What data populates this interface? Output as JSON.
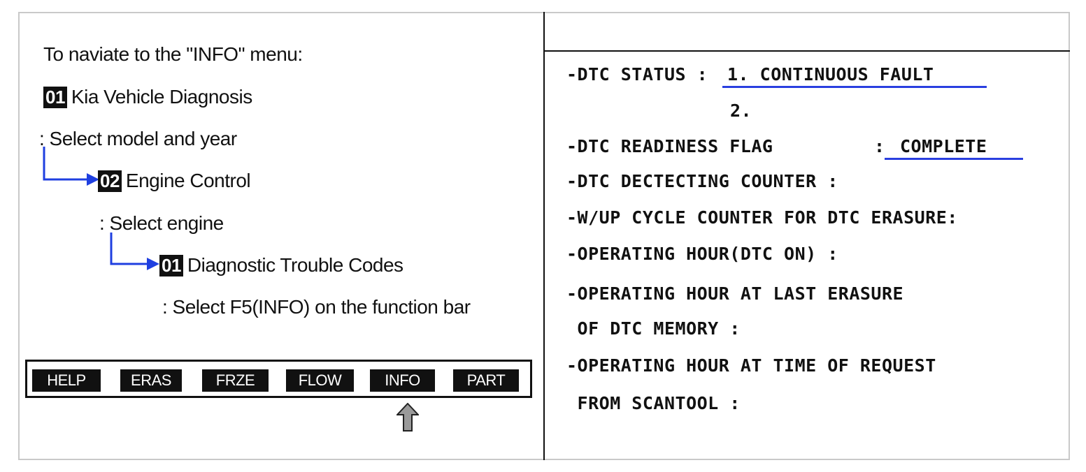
{
  "left": {
    "intro": "To naviate to the \"INFO\" menu:",
    "step1": {
      "badge": "01",
      "label": "Kia Vehicle Diagnosis",
      "note": ": Select model and year"
    },
    "step2": {
      "badge": "02",
      "label": "Engine Control",
      "note": ": Select engine"
    },
    "step3": {
      "badge": "01",
      "label": "Diagnostic Trouble Codes",
      "note": ": Select F5(INFO) on the function bar"
    },
    "function_bar": [
      "HELP",
      "ERAS",
      "FRZE",
      "FLOW",
      "INFO",
      "PART"
    ]
  },
  "right": {
    "dtc_status_label": "-DTC STATUS :",
    "dtc_status_value": "1. CONTINUOUS FAULT",
    "dtc_status_value2": "2.",
    "readiness_label": "-DTC READINESS FLAG",
    "readiness_colon": ":",
    "readiness_value": "COMPLETE",
    "detecting_counter": "-DTC DECTECTING COUNTER :",
    "wup_cycle": "-W/UP CYCLE COUNTER FOR DTC ERASURE:",
    "operating_hour": "-OPERATING HOUR(DTC ON) :",
    "last_erasure_1": "-OPERATING HOUR AT LAST ERASURE",
    "last_erasure_2": " OF DTC MEMORY :",
    "request_1": "-OPERATING HOUR AT TIME OF REQUEST",
    "request_2": " FROM SCANTOOL :"
  },
  "colors": {
    "connector": "#1f3fe0",
    "underline": "#2a3fe0",
    "badge_bg": "#111111"
  },
  "icons": {
    "selected_indicator": "up-arrow-icon",
    "connector": "arrow-right-icon"
  }
}
